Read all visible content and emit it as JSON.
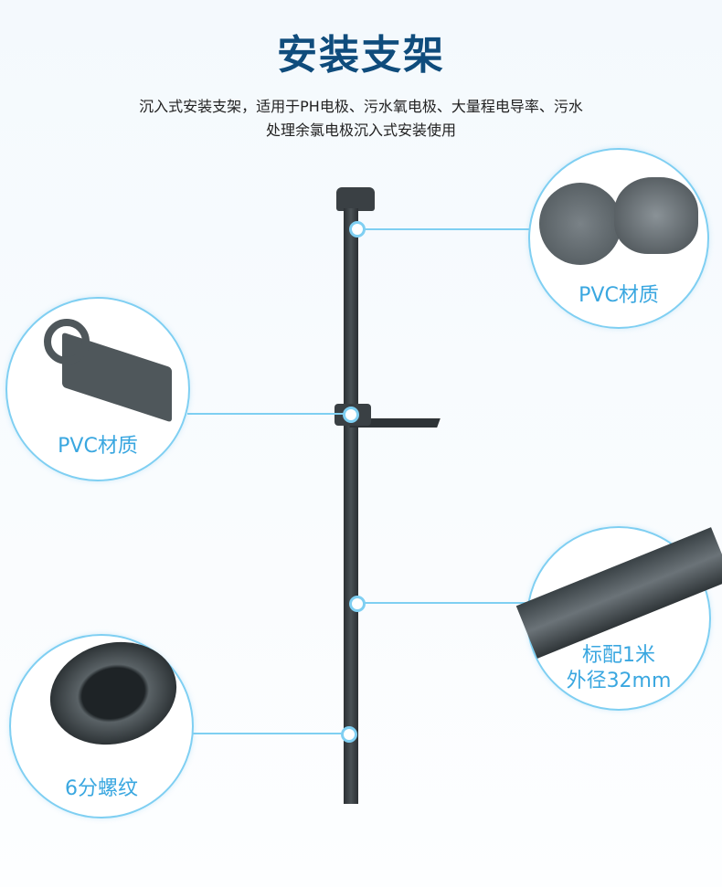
{
  "title": "安装支架",
  "description": [
    "沉入式安装支架，适用于PH电极、污水氧电极、大量程电导率、污水",
    "处理余氯电极沉入式安装使用"
  ],
  "callouts": {
    "top_right": "PVC材质",
    "mid_left": "PVC材质",
    "lower_right": [
      "标配1米",
      "外径32mm"
    ],
    "bottom_left": "6分螺纹"
  },
  "colors": {
    "title": "#0f4c7c",
    "accent": "#3aa7e0",
    "ring": "#7fcff2"
  }
}
